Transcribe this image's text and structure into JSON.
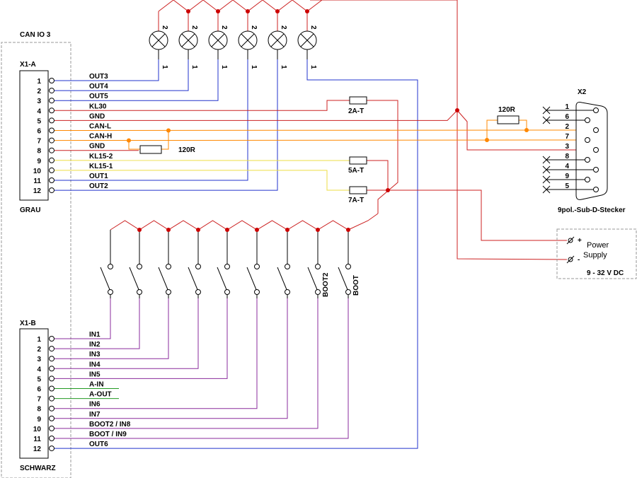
{
  "module": {
    "name": "CAN IO 3",
    "connector_a": {
      "id": "X1-A",
      "color": "GRAU",
      "pins": [
        "1",
        "2",
        "3",
        "4",
        "5",
        "6",
        "7",
        "8",
        "9",
        "10",
        "11",
        "12"
      ],
      "signals": [
        "OUT3",
        "OUT4",
        "OUT5",
        "KL30",
        "GND",
        "CAN-L",
        "CAN-H",
        "GND",
        "KL15-2",
        "KL15-1",
        "OUT1",
        "OUT2"
      ]
    },
    "connector_b": {
      "id": "X1-B",
      "color": "SCHWARZ",
      "pins": [
        "1",
        "2",
        "3",
        "4",
        "5",
        "6",
        "7",
        "8",
        "9",
        "10",
        "11",
        "12"
      ],
      "signals": [
        "IN1",
        "IN2",
        "IN3",
        "IN4",
        "IN5",
        "A-IN",
        "A-OUT",
        "IN6",
        "IN7",
        "BOOT2 / IN8",
        "BOOT / IN9",
        "OUT6"
      ]
    }
  },
  "lamps": {
    "pin_top": "2",
    "pin_bottom": "1",
    "count": 6
  },
  "fuses": [
    {
      "label": "2A-T"
    },
    {
      "label": "5A-T"
    },
    {
      "label": "7A-T"
    }
  ],
  "resistors": [
    {
      "label": "120R"
    },
    {
      "label": "120R"
    }
  ],
  "switches": {
    "count": 9,
    "labels": [
      "BOOT2",
      "BOOT"
    ]
  },
  "sub_d": {
    "id": "X2",
    "caption": "9pol.-Sub-D-Stecker",
    "pins": [
      "1",
      "6",
      "2",
      "7",
      "3",
      "8",
      "4",
      "9",
      "5"
    ]
  },
  "power_supply": {
    "line1": "Power",
    "line2": "Supply",
    "voltage": "9 - 32 V DC",
    "plus": "+",
    "minus": "-"
  },
  "colors": {
    "output_wire": "#2233cc",
    "supply_wire": "#cc2222",
    "can_wire": "#ff8800",
    "kl15_wire": "#eedd44",
    "input_wire": "#8a2b9c",
    "analog_wire": "#229922",
    "junction": "#cc0000",
    "can_junction": "#ff8800"
  }
}
